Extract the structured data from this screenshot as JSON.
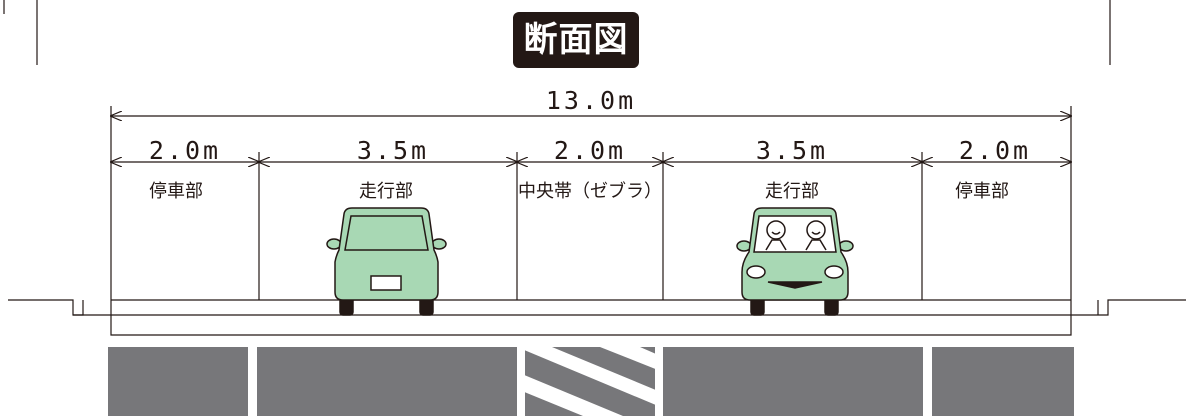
{
  "title": "断面図",
  "total_width_label": "13.0m",
  "segments": [
    {
      "width_label": "2.0m",
      "name": "停車部"
    },
    {
      "width_label": "3.5m",
      "name": "走行部"
    },
    {
      "width_label": "2.0m",
      "name": "中央帯（ゼブラ）"
    },
    {
      "width_label": "3.5m",
      "name": "走行部"
    },
    {
      "width_label": "2.0m",
      "name": "停車部"
    }
  ],
  "colors": {
    "ink": "#231815",
    "car_body": "#a8d8b4",
    "road_surface": "#77777a",
    "lane_marking": "#ffffff"
  }
}
